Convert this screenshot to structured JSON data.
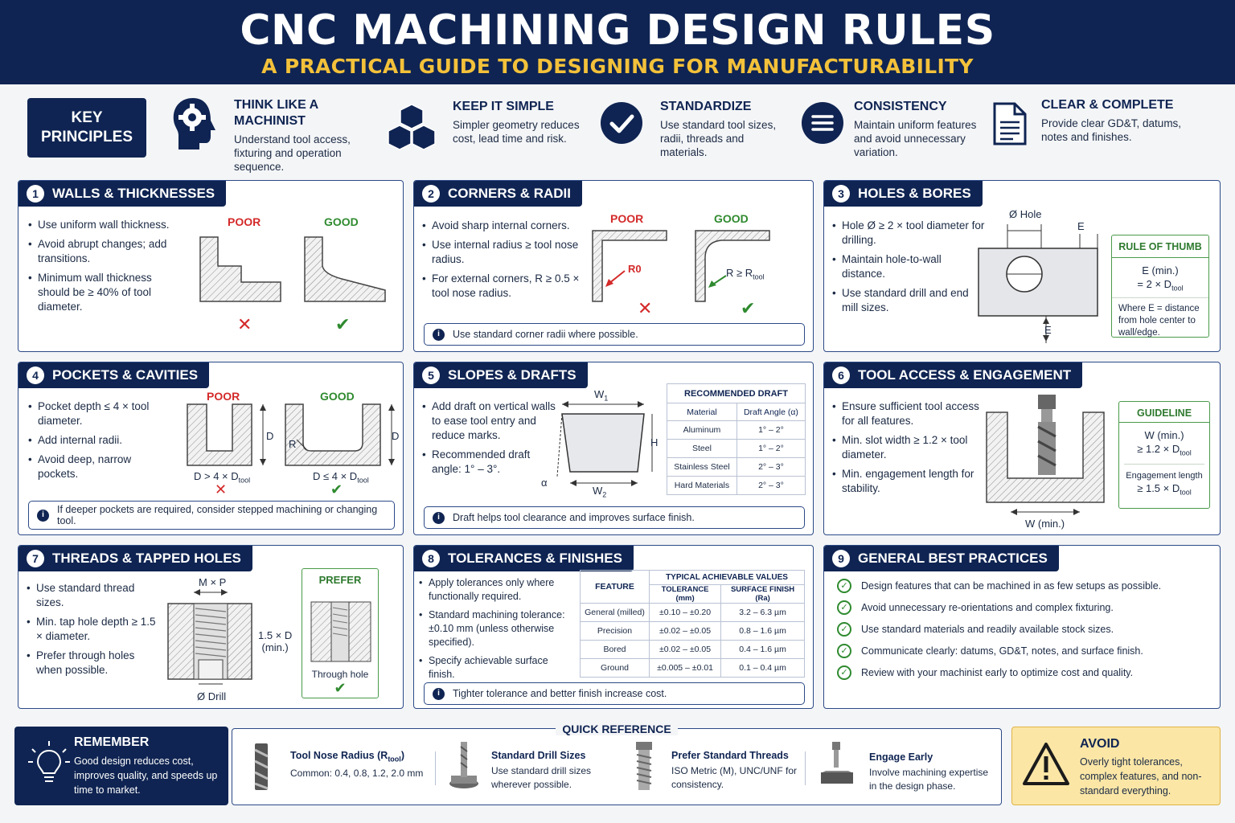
{
  "header": {
    "title": "CNC MACHINING DESIGN RULES",
    "subtitle": "A PRACTICAL GUIDE TO DESIGNING FOR MANUFACTURABILITY"
  },
  "key_principles": {
    "label": "KEY PRINCIPLES",
    "items": [
      {
        "title": "THINK LIKE A MACHINIST",
        "desc": "Understand tool access, fixturing and operation sequence.",
        "icon": "head-gear-icon"
      },
      {
        "title": "KEEP IT SIMPLE",
        "desc": "Simpler geometry reduces cost, lead time and risk.",
        "icon": "cubes-icon"
      },
      {
        "title": "STANDARDIZE",
        "desc": "Use standard tool sizes, radii, threads and materials.",
        "icon": "check-circle-icon"
      },
      {
        "title": "CONSISTENCY",
        "desc": "Maintain uniform features and avoid unnecessary variation.",
        "icon": "lines-circle-icon"
      },
      {
        "title": "CLEAR & COMPLETE",
        "desc": "Provide clear GD&T, datums, notes and finishes.",
        "icon": "document-icon"
      }
    ]
  },
  "s1": {
    "num": "1",
    "title": "WALLS & THICKNESSES",
    "bullets": [
      "Use uniform wall thickness.",
      "Avoid abrupt changes; add transitions.",
      "Minimum wall thickness should be ≥ 40% of tool diameter."
    ],
    "poor": "POOR",
    "good": "GOOD"
  },
  "s2": {
    "num": "2",
    "title": "CORNERS & RADII",
    "bullets": [
      "Avoid sharp internal corners.",
      "Use internal radius ≥ tool nose radius.",
      "For external corners, R ≥ 0.5 × tool nose radius."
    ],
    "poor": "POOR",
    "good": "GOOD",
    "r0": "R0",
    "rtool": "R ≥ R",
    "rtool_sub": "tool",
    "note": "Use standard corner radii where possible."
  },
  "s3": {
    "num": "3",
    "title": "HOLES & BORES",
    "bullets": [
      "Hole Ø ≥ 2 × tool diameter for drilling.",
      "Maintain hole-to-wall distance.",
      "Use standard drill and end mill sizes."
    ],
    "hole_label": "Ø Hole",
    "e_label": "E",
    "rule_title": "RULE OF THUMB",
    "rule_line1": "E (min.)",
    "rule_line2": "= 2 × D",
    "rule_sub": "tool",
    "rule_desc": "Where E = distance from hole center to wall/edge."
  },
  "s4": {
    "num": "4",
    "title": "POCKETS & CAVITIES",
    "bullets": [
      "Pocket depth ≤ 4 × tool diameter.",
      "Add internal radii.",
      "Avoid deep, narrow pockets."
    ],
    "poor": "POOR",
    "good": "GOOD",
    "d": "D",
    "r": "R",
    "poor_cap": "D > 4 × D",
    "good_cap": "D ≤ 4 × D",
    "sub": "tool",
    "note": "If deeper pockets are required, consider stepped machining or changing tool."
  },
  "s5": {
    "num": "5",
    "title": "SLOPES & DRAFTS",
    "bullets": [
      "Add draft on vertical walls to ease tool entry and reduce marks.",
      "Recommended draft angle: 1° – 3°."
    ],
    "w1": "W",
    "w1s": "1",
    "w2": "W",
    "w2s": "2",
    "h": "H",
    "alpha": "α",
    "table_title": "RECOMMENDED DRAFT",
    "col1": "Material",
    "col2": "Draft Angle (α)",
    "rows": [
      [
        "Aluminum",
        "1° – 2°"
      ],
      [
        "Steel",
        "1° – 2°"
      ],
      [
        "Stainless Steel",
        "2° – 3°"
      ],
      [
        "Hard Materials",
        "2° – 3°"
      ]
    ],
    "note": "Draft helps tool clearance and improves surface finish."
  },
  "s6": {
    "num": "6",
    "title": "TOOL ACCESS & ENGAGEMENT",
    "bullets": [
      "Ensure sufficient tool access for all features.",
      "Min. slot width ≥ 1.2 × tool diameter.",
      "Min. engagement length for stability."
    ],
    "w_label": "W (min.)",
    "g_title": "GUIDELINE",
    "g_line1": "W (min.)",
    "g_line2": "≥ 1.2 × D",
    "g_sub": "tool",
    "g_line3": "Engagement length",
    "g_line4": "≥ 1.5 × D"
  },
  "s7": {
    "num": "7",
    "title": "THREADS & TAPPED HOLES",
    "bullets": [
      "Use standard thread sizes.",
      "Min. tap hole depth ≥ 1.5 × diameter.",
      "Prefer through holes when possible."
    ],
    "mp": "M × P",
    "depth": "1.5 × D",
    "depth2": "(min.)",
    "drill": "Ø Drill",
    "prefer": "PREFER",
    "through": "Through hole"
  },
  "s8": {
    "num": "8",
    "title": "TOLERANCES & FINISHES",
    "bullets": [
      "Apply tolerances only where functionally required.",
      "Standard machining tolerance: ±0.10 mm (unless otherwise specified).",
      "Specify achievable surface finish."
    ],
    "feature": "FEATURE",
    "typical": "TYPICAL ACHIEVABLE VALUES",
    "tol_col": "TOLERANCE (mm)",
    "fin_col": "SURFACE FINISH (Ra)",
    "rows": [
      [
        "General (milled)",
        "±0.10 – ±0.20",
        "3.2 – 6.3 µm"
      ],
      [
        "Precision",
        "±0.02 – ±0.05",
        "0.8 – 1.6 µm"
      ],
      [
        "Bored",
        "±0.02 – ±0.05",
        "0.4 – 1.6 µm"
      ],
      [
        "Ground",
        "±0.005 – ±0.01",
        "0.1 – 0.4 µm"
      ]
    ],
    "note": "Tighter tolerance and better finish increase cost."
  },
  "s9": {
    "num": "9",
    "title": "GENERAL BEST PRACTICES",
    "items": [
      "Design features that can be machined in as few setups as possible.",
      "Avoid unnecessary re-orientations and complex fixturing.",
      "Use standard materials and readily available stock sizes.",
      "Communicate clearly: datums, GD&T, notes, and surface finish.",
      "Review with your machinist early to optimize cost and quality."
    ]
  },
  "remember": {
    "title": "REMEMBER",
    "desc": "Good design reduces cost, improves quality, and speeds up time to market.",
    "icon": "lightbulb-icon"
  },
  "quick": {
    "title": "QUICK REFERENCE",
    "items": [
      {
        "title": "Tool Nose Radius (R",
        "title_sub": "tool",
        "title_end": ")",
        "desc": "Common: 0.4, 0.8, 1.2, 2.0 mm",
        "icon": "end-mill-icon"
      },
      {
        "title": "Standard Drill Sizes",
        "desc": "Use standard drill sizes wherever possible.",
        "icon": "drill-icon"
      },
      {
        "title": "Prefer Standard Threads",
        "desc": "ISO Metric (M), UNC/UNF for consistency.",
        "icon": "thread-icon"
      },
      {
        "title": "Engage Early",
        "desc": "Involve machining expertise in the design phase.",
        "icon": "machine-icon"
      }
    ]
  },
  "avoid": {
    "title": "AVOID",
    "desc": "Overly tight tolerances, complex features, and non-standard everything.",
    "icon": "warning-icon"
  },
  "colors": {
    "navy": "#0f2452",
    "gold": "#f3c13a",
    "red": "#d42a2a",
    "green": "#2f8a2f",
    "avoid_bg": "#fbe6a6"
  }
}
